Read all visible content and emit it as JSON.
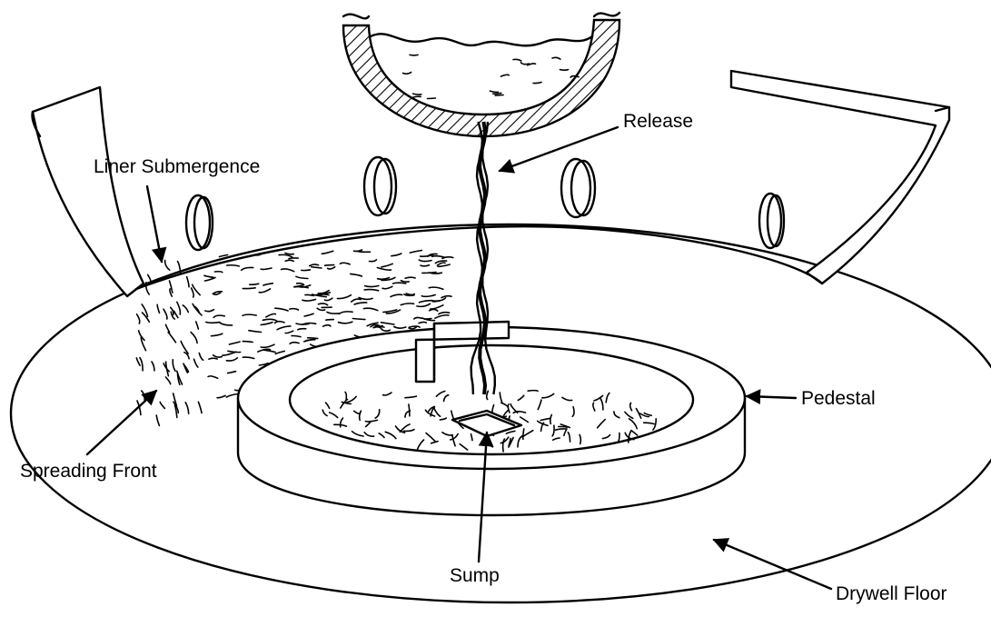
{
  "labels": {
    "release": "Release",
    "liner_submergence": "Liner Submergence",
    "pedestal": "Pedestal",
    "spreading_front": "Spreading Front",
    "sump": "Sump",
    "drywell_floor": "Drywell Floor"
  },
  "colors": {
    "ink": "#000000",
    "background": "#ffffff"
  }
}
